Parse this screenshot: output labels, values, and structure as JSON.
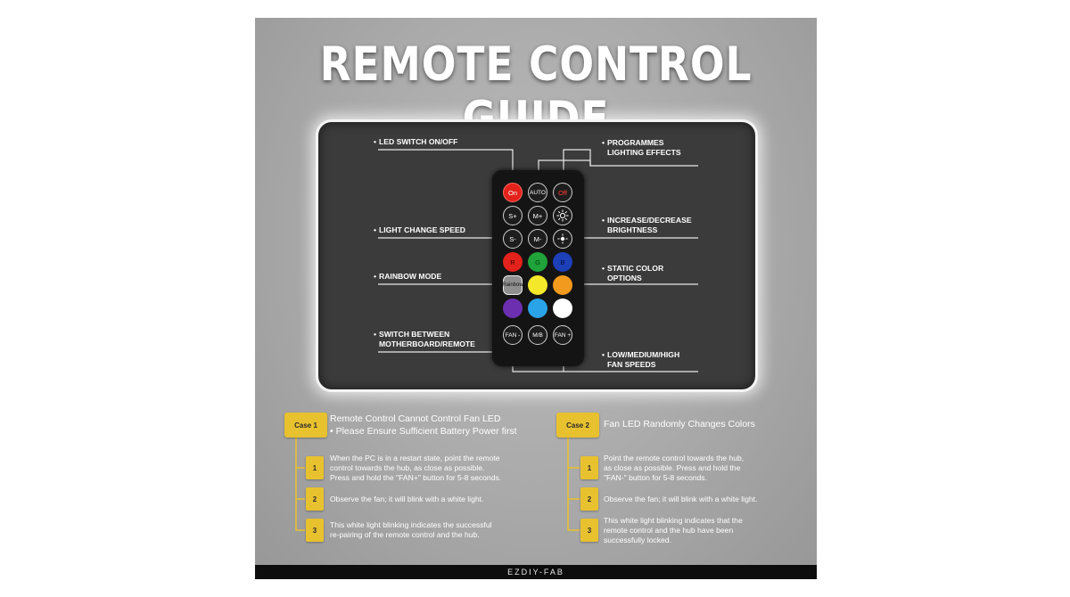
{
  "title": "REMOTE CONTROL GUIDE",
  "colors": {
    "case_badge": "#e8c12f",
    "panel": "#3b3b3b"
  },
  "panel": {
    "labels": {
      "led_switch": "LED SWITCH ON/OFF",
      "programmes_1": "PROGRAMMES",
      "programmes_2": "LIGHTING EFFECTS",
      "light_speed": "LIGHT CHANGE SPEED",
      "brightness_1": "INCREASE/DECREASE",
      "brightness_2": "BRIGHTNESS",
      "rainbow": "RAINBOW MODE",
      "static_1": "STATIC COLOR",
      "static_2": "OPTIONS",
      "switch_1": "SWITCH BETWEEN",
      "switch_2": "MOTHERBOARD/REMOTE",
      "fan_1": "LOW/MEDIUM/HIGH",
      "fan_2": "FAN SPEEDS"
    },
    "remote_buttons": {
      "on": "On",
      "auto": "AUTO",
      "off": "Off",
      "s_plus": "S+",
      "m_plus": "M+",
      "s_minus": "S-",
      "m_minus": "M-",
      "r": "R",
      "g": "G",
      "b": "B",
      "rainbow": "Rainbow",
      "fan_minus": "FAN -",
      "mb": "M/B",
      "fan_plus": "FAN +"
    }
  },
  "cases": [
    {
      "badge": "Case 1",
      "title_line1": "Remote Control Cannot Control Fan LED",
      "title_line2": "• Please Ensure Sufficient Battery Power first",
      "steps": [
        {
          "num": "1",
          "lines": [
            "When the PC is in a restart state, point the remote",
            "control towards the hub, as close as possible.",
            "Press and hold the \"FAN+\" button for 5-8 seconds."
          ]
        },
        {
          "num": "2",
          "lines": [
            "Observe the fan; it will blink with a white light."
          ]
        },
        {
          "num": "3",
          "lines": [
            "This white light blinking indicates the successful",
            "re-pairing of the remote control and the hub."
          ]
        }
      ]
    },
    {
      "badge": "Case 2",
      "title_line1": "Fan LED Randomly Changes Colors",
      "title_line2": "",
      "steps": [
        {
          "num": "1",
          "lines": [
            "Point the remote control towards the hub,",
            "as close as possible. Press and hold the",
            "\"FAN-\" button for 5-8 seconds."
          ]
        },
        {
          "num": "2",
          "lines": [
            "Observe the fan; it will blink with a white light."
          ]
        },
        {
          "num": "3",
          "lines": [
            "This white light blinking indicates that the",
            "remote control and the hub have been",
            "successfully locked."
          ]
        }
      ]
    }
  ],
  "footer": "EZDIY-FAB"
}
